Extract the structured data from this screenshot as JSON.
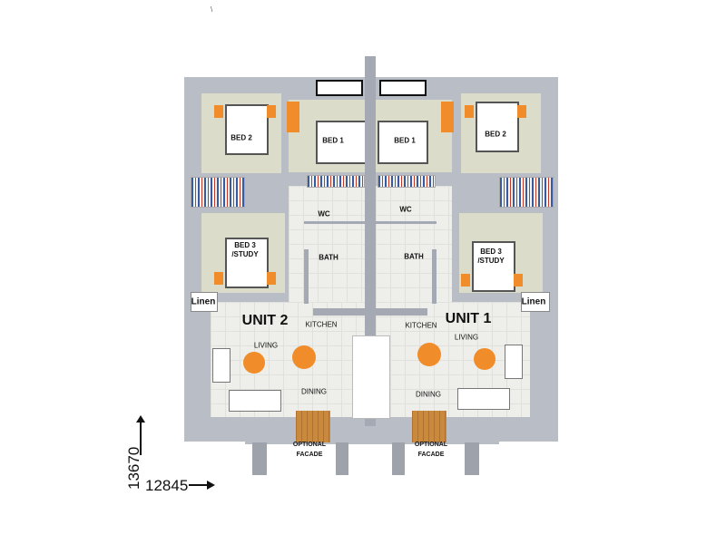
{
  "units": [
    {
      "name": "UNIT 2",
      "rooms": {
        "bed2": "BED 2",
        "bed1": "BED 1",
        "wc": "WC",
        "bath": "BATH",
        "bed3": "BED 3\n/STUDY",
        "linen": "Linen",
        "kitchen": "KITCHEN",
        "living": "LIVING",
        "dining": "DINING",
        "facade": "OPTIONAL\nFACADE"
      }
    },
    {
      "name": "UNIT 1",
      "rooms": {
        "bed2": "BED 2",
        "bed1": "BED 1",
        "wc": "WC",
        "bath": "BATH",
        "bed3": "BED 3\n/STUDY",
        "linen": "Linen",
        "kitchen": "KITCHEN",
        "living": "LIVING",
        "dining": "DINING",
        "facade": "OPTIONAL\nFACADE"
      }
    }
  ],
  "dimensions": {
    "depth": "13670",
    "width": "12845"
  }
}
